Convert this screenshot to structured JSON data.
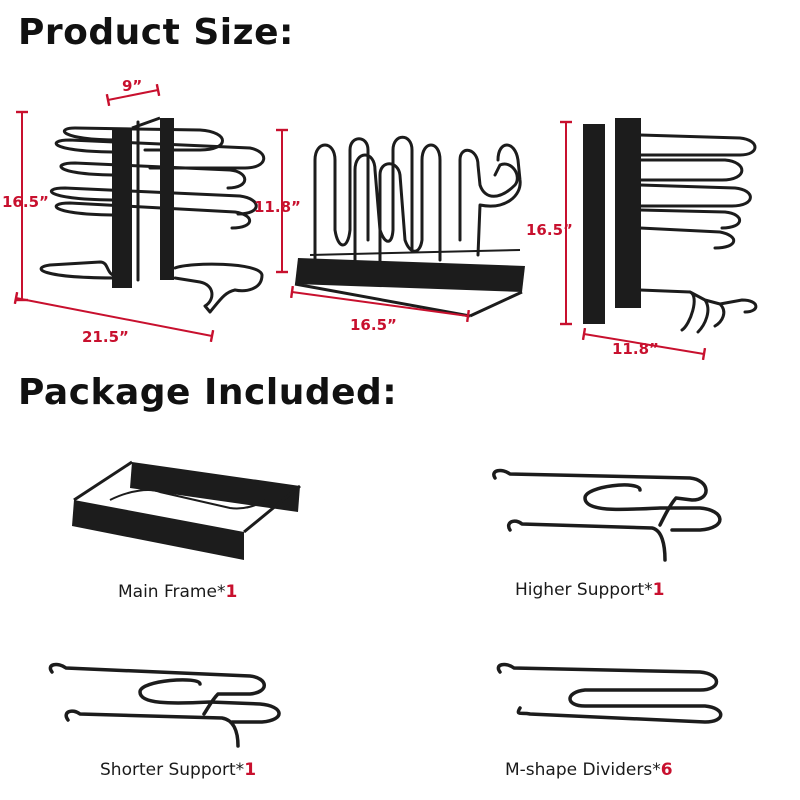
{
  "headings": {
    "product_size": "Product Size:",
    "package_included": "Package Included:"
  },
  "dimensions": {
    "left_depth": "9”",
    "left_height": "16.5”",
    "left_width": "21.5”",
    "middle_height": "11.8”",
    "middle_width": "16.5”",
    "right_height": "16.5”",
    "right_depth": "11.8”"
  },
  "package": [
    {
      "name": "Main Frame*",
      "qty": "1"
    },
    {
      "name": "Higher Support*",
      "qty": "1"
    },
    {
      "name": "Shorter Support*",
      "qty": "1"
    },
    {
      "name": "M-shape Dividers*",
      "qty": "6"
    }
  ],
  "colors": {
    "accent": "#c8102e",
    "metal": "#1c1c1c",
    "text": "#111111"
  }
}
